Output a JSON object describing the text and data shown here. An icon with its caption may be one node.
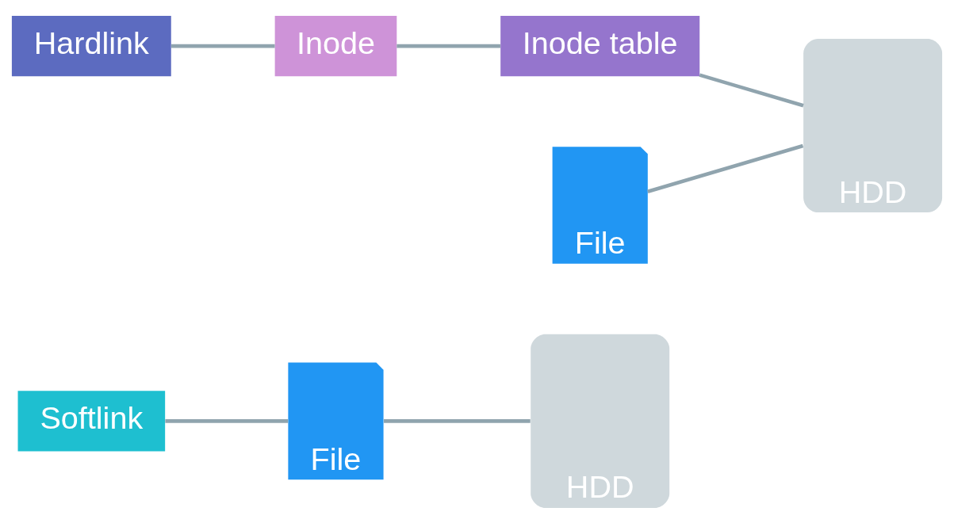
{
  "diagram": {
    "nodes": [
      {
        "text": [
          "Softlink"
        ]
      },
      {
        "text": [
          "File"
        ]
      },
      {
        "text": [
          "HDD"
        ]
      },
      {
        "text": [
          "Hardlink"
        ]
      },
      {
        "text": [
          "Inode"
        ]
      },
      {
        "text": [
          "Inode table"
        ]
      },
      {
        "text": [
          "HDD"
        ]
      },
      {
        "text": [
          "File"
        ]
      }
    ],
    "edges": [
      {
        "from": 0,
        "to": 1,
        "arrow": "none"
      },
      {
        "from": 1,
        "to": 2,
        "arrow": "none"
      },
      {
        "from": 3,
        "to": 4,
        "arrow": "none"
      },
      {
        "from": 4,
        "to": 5,
        "arrow": "none"
      },
      {
        "from": 5,
        "to": 6,
        "arrow": "none"
      },
      {
        "from": 7,
        "to": 6,
        "arrow": "none"
      }
    ]
  }
}
